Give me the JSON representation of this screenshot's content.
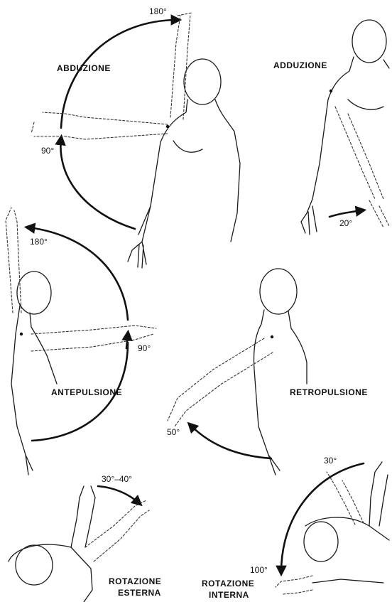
{
  "panels": {
    "abduzione": {
      "label": "ABDUZIONE",
      "deg_top": "180°",
      "deg_side": "90°"
    },
    "adduzione": {
      "label": "ADDUZIONE",
      "deg": "20°"
    },
    "antepulsione": {
      "label": "ANTEPULSIONE",
      "deg_top": "180°",
      "deg_side": "90°"
    },
    "retropulsione": {
      "label": "RETROPULSIONE",
      "deg": "50°"
    },
    "rotazione_esterna": {
      "label_line1": "ROTAZIONE",
      "label_line2": "ESTERNA",
      "deg": "30°–40°"
    },
    "rotazione_interna": {
      "label_line1": "ROTAZIONE",
      "label_line2": "INTERNA",
      "deg_top": "30°",
      "deg_bottom": "100°"
    }
  },
  "colors": {
    "ink": "#111111",
    "background": "#ffffff"
  }
}
